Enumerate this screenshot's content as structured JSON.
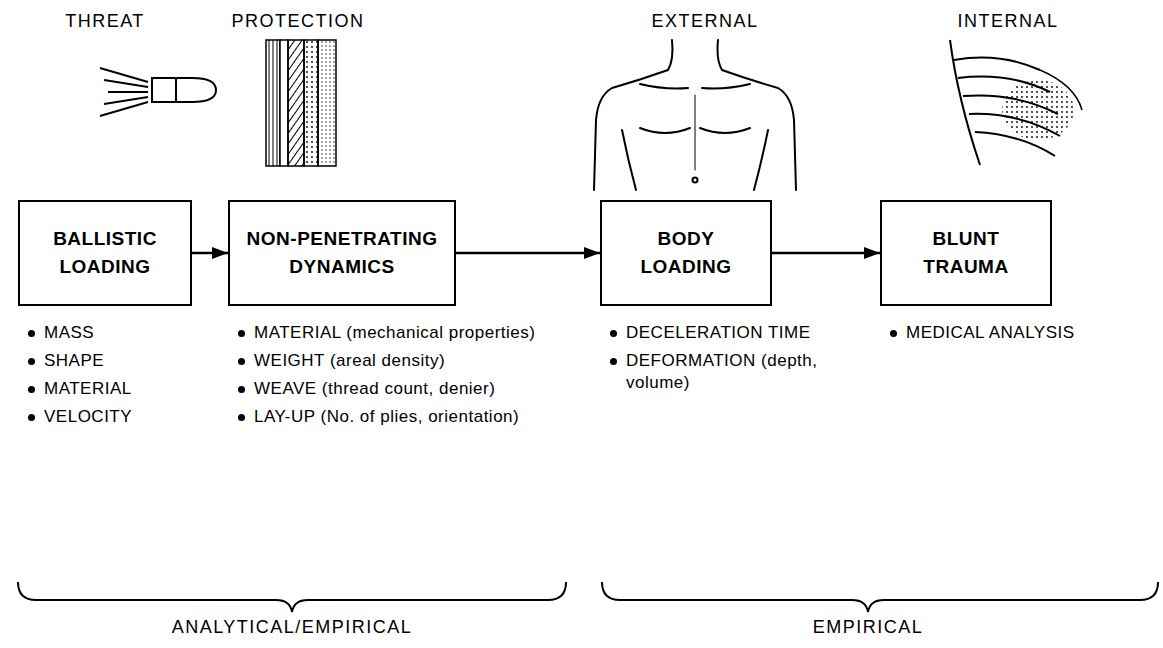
{
  "diagram": {
    "nodes": [
      {
        "text": [
          "BALLISTIC LOADING"
        ]
      },
      {
        "text": [
          "NON-PENETRATING DYNAMICS"
        ]
      },
      {
        "text": [
          "BODY LOADING"
        ]
      },
      {
        "text": [
          "BLUNT TRAUMA"
        ]
      }
    ],
    "edges": [
      {
        "from": 0,
        "to": 1,
        "arrow": "to"
      },
      {
        "from": 1,
        "to": 2,
        "arrow": "to"
      },
      {
        "from": 2,
        "to": 3,
        "arrow": "to"
      }
    ],
    "labels": [
      "THREAT",
      "PROTECTION",
      "EXTERNAL",
      "INTERNAL",
      "MASS",
      "SHAPE",
      "MATERIAL",
      "VELOCITY",
      "MATERIAL (mechanical properties)",
      "WEIGHT (areal density)",
      "WEAVE (thread count, denier)",
      "LAY-UP (No. of plies, orientation)",
      "DECELERATION TIME",
      "DEFORMATION (depth, volume)",
      "MEDICAL ANALYSIS",
      "ANALYTICAL/EMPIRICAL",
      "EMPIRICAL"
    ]
  }
}
